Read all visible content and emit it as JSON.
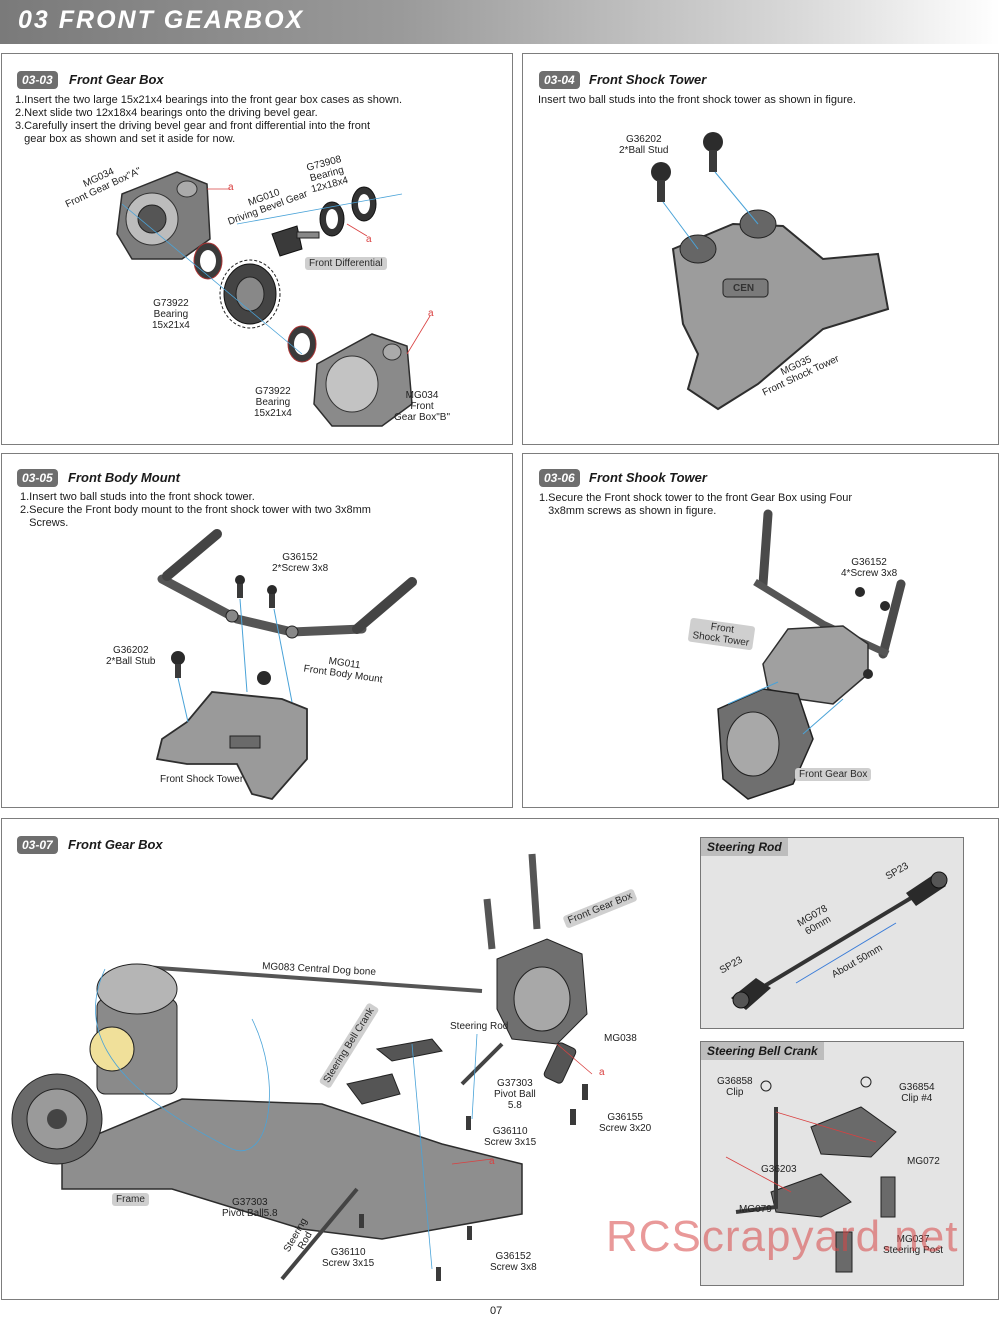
{
  "header": {
    "title": "03  FRONT  GEARBOX"
  },
  "s0303": {
    "num": "03-03",
    "title": "Front Gear Box",
    "lines": [
      "1.Insert the two large 15x21x4 bearings into the front gear box cases as shown.",
      "2.Next slide two 12x18x4 bearings onto the driving bevel gear.",
      "3.Carefully insert the driving bevel gear and front differential into the front",
      "   gear box as shown and set it aside for now."
    ],
    "labels": {
      "gearbox_a": "MG034\nFront Gear Box\"A\"",
      "bevel": "MG010\nDriving Bevel Gear",
      "bearing_small": "G73908\nBearing\n12x18x4",
      "diff": "Front Differential",
      "bearing1": "G73922\nBearing\n15x21x4",
      "bearing2": "G73922\nBearing\n15x21x4",
      "gearbox_b": "MG034\nFront\nGear Box\"B\"",
      "a1": "a",
      "a2": "a",
      "a3": "a"
    }
  },
  "s0304": {
    "num": "03-04",
    "title": "Front Shock Tower",
    "lines": [
      "Insert two ball studs into the front shock tower as shown in figure."
    ],
    "labels": {
      "stud": "G36202\n2*Ball Stud",
      "tower": "MG035\nFront Shock Tower",
      "logo": "CEN"
    }
  },
  "s0305": {
    "num": "03-05",
    "title": "Front Body Mount",
    "lines": [
      "1.Insert two ball studs into the front shock tower.",
      "2.Secure the Front body mount to the front shock tower with two 3x8mm",
      "   Screws."
    ],
    "labels": {
      "screw": "G36152\n2*Screw 3x8",
      "stub": "G36202\n2*Ball Stub",
      "mount": "MG011\nFront Body Mount",
      "tower": "Front Shock Tower"
    }
  },
  "s0306": {
    "num": "03-06",
    "title": "Front Shook Tower",
    "lines": [
      "1.Secure the Front shock tower to the front Gear Box using Four",
      "   3x8mm screws as shown in figure."
    ],
    "labels": {
      "screw": "G36152\n4*Screw 3x8",
      "tower": "Front\nShock Tower",
      "gearbox": "Front Gear Box"
    }
  },
  "s0307": {
    "num": "03-07",
    "title": "Front Gear Box",
    "labels": {
      "dogbone": "MG083 Central Dog bone",
      "fgb": "Front Gear Box",
      "crank": "Steering Bell Crank",
      "rod": "Steering Rod",
      "mg038": "MG038",
      "pivot": "G37303\nPivot Ball\n5.8",
      "screw315a": "G36110\nScrew 3x15",
      "screw320": "G36155\nScrew 3x20",
      "frame": "Frame",
      "pivot2": "G37303\nPivot Ball5.8",
      "steering_rod": "Steering\nRod",
      "screw315b": "G36110\nScrew 3x15",
      "screw38": "G36152\nScrew 3x8",
      "a1": "a",
      "a2": "a"
    },
    "inset_rod": {
      "title": "Steering Rod",
      "sp23a": "SP23",
      "sp23b": "SP23",
      "mg078": "MG078\n60mm",
      "about": "About 50mm"
    },
    "inset_crank": {
      "title": "Steering Bell Crank",
      "clip": "G36858\nClip",
      "clip4": "G36854\nClip #4",
      "g36203": "G36203",
      "mg072": "MG072",
      "mg079": "MG079",
      "post": "MG037\nSteering Post"
    }
  },
  "footer": {
    "page": "07",
    "watermark": "RCScrapyard.net"
  },
  "colors": {
    "accent_lines": "#4aa3d8",
    "red_lines": "#d94040",
    "part_dark": "#3a3a3a",
    "part_mid": "#8a8a8a"
  }
}
